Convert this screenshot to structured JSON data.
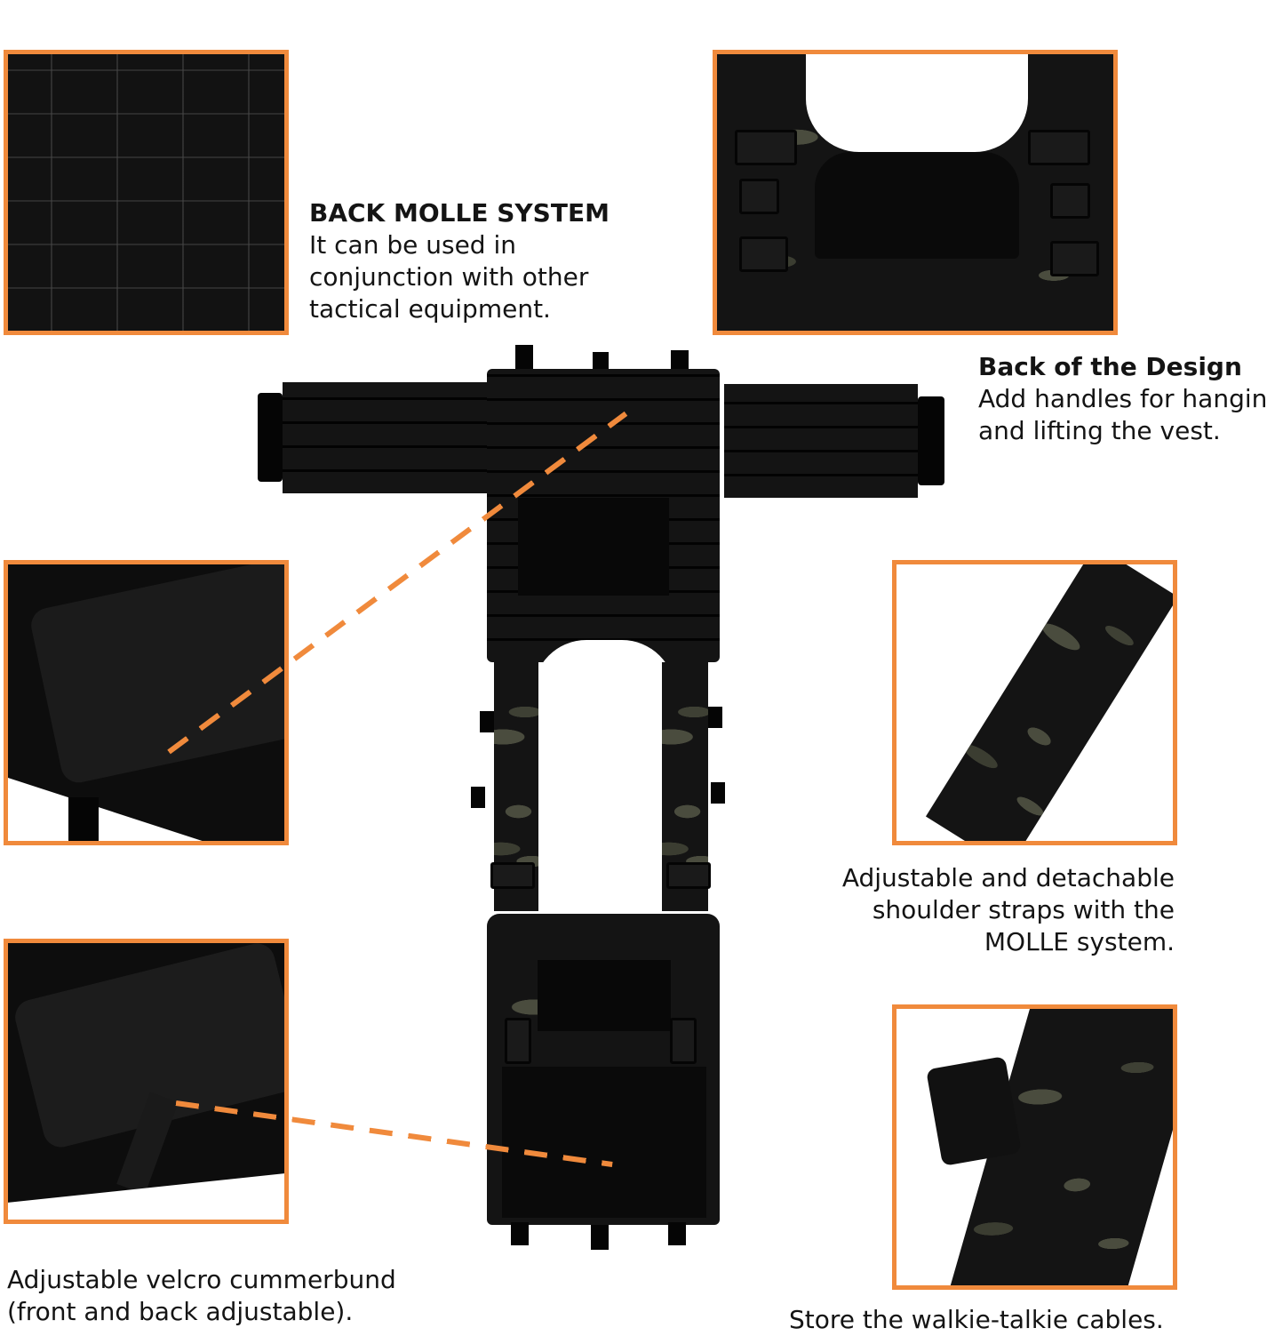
{
  "features": {
    "back_molle": {
      "title": "BACK MOLLE SYSTEM",
      "lines": [
        "It can be used in",
        "conjunction with other",
        "tactical equipment."
      ]
    },
    "back_design": {
      "title": "Back of the Design",
      "lines": [
        "Add handles for hanging",
        " and lifting the vest."
      ]
    },
    "shoulder_straps": {
      "lines": [
        "Adjustable and detachable",
        "shoulder straps with the",
        "MOLLE system."
      ]
    },
    "cummerbund": {
      "lines": [
        "Adjustable velcro cummerbund",
        "(front and back adjustable)."
      ]
    },
    "walkie_talkie": {
      "lines": [
        "Store the walkie-talkie cables."
      ]
    }
  },
  "colors": {
    "accent_orange": "#F08A3C",
    "fabric_black": "#121212",
    "camo_olive": "#4a4c3e"
  }
}
